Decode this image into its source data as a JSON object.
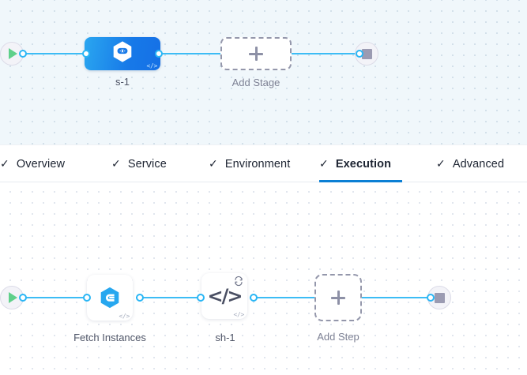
{
  "stages_canvas": {
    "background_color": "#f0f7fb",
    "start_node": {
      "name": "pipeline-start",
      "icon": "play-icon"
    },
    "end_node": {
      "name": "pipeline-end",
      "icon": "stop-icon"
    },
    "stages": [
      {
        "label": "s-1",
        "icon": "harness-hexagon-icon",
        "badge": "code-icon",
        "badge_text": "</>",
        "color": "#1779e8",
        "selected": true
      }
    ],
    "add_stage": {
      "label": "Add Stage",
      "icon": "plus-icon"
    }
  },
  "tabbar": {
    "check_glyph": "✓",
    "tabs": [
      {
        "label": "Overview",
        "active": false
      },
      {
        "label": "Service",
        "active": false
      },
      {
        "label": "Environment",
        "active": false
      },
      {
        "label": "Execution",
        "active": true
      },
      {
        "label": "Advanced",
        "active": false
      }
    ],
    "active_underline_color": "#0b7fd4"
  },
  "steps_canvas": {
    "background_color": "#ffffff",
    "start_node": {
      "name": "execution-start",
      "icon": "play-icon"
    },
    "end_node": {
      "name": "execution-end",
      "icon": "stop-icon"
    },
    "steps": [
      {
        "label": "Fetch Instances",
        "icon": "harness-e-hexagon-icon",
        "badge_text": "</>",
        "has_loop": false
      },
      {
        "label": "sh-1",
        "icon": "shell-script-code-icon",
        "icon_text": "</>",
        "badge_text": "</>",
        "has_loop": true,
        "loop_icon": "repeat-loop-icon"
      }
    ],
    "add_step": {
      "label": "Add Step",
      "icon": "plus-icon"
    }
  },
  "colors": {
    "edge": "#3cbcf5",
    "endpoint_ring": "#2ab6f5",
    "stage_blue": "#1779e8",
    "play_green": "#5fd08a",
    "stop_gray": "#9b9bb2",
    "dashed_border": "#9497ab"
  }
}
